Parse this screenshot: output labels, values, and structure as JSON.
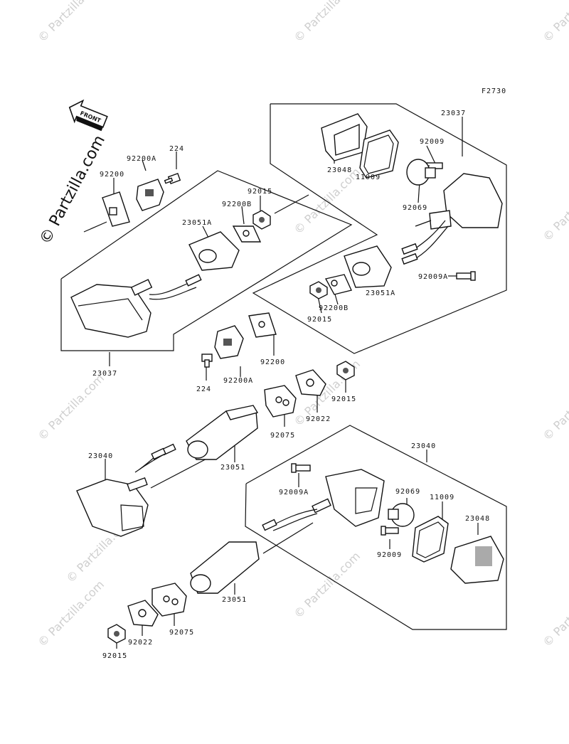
{
  "figure": {
    "code": "F2730",
    "front_label": "FRONT",
    "brand_watermark": "© Partzilla.com",
    "repeat_watermark": "© Partzilla.com"
  },
  "labels": {
    "p23037_top": "23037",
    "p23048_top": "23048",
    "p11009_top": "11009",
    "p92009_top": "92009",
    "p92069_top": "92069",
    "p92009A_top": "92009A",
    "p23051A_right": "23051A",
    "p92200B_right": "92200B",
    "p92015_right": "92015",
    "p224_top": "224",
    "p92200A_top": "92200A",
    "p92200_top": "92200",
    "p92015_mid": "92015",
    "p92200B_mid": "92200B",
    "p23051A_mid": "23051A",
    "p23037_left": "23037",
    "p92200_mid": "92200",
    "p224_mid": "224",
    "p92200A_mid": "92200A",
    "p92015_center": "92015",
    "p92022_center": "92022",
    "p92075_center": "92075",
    "p23040_left": "23040",
    "p23051_center": "23051",
    "p23040_right": "23040",
    "p92009A_bottom": "92009A",
    "p92069_bottom": "92069",
    "p11009_bottom": "11009",
    "p23048_bottom": "23048",
    "p92009_bottom": "92009",
    "p23051_bottom": "23051",
    "p92075_bottom": "92075",
    "p92022_bottom": "92022",
    "p92015_bottom": "92015"
  }
}
